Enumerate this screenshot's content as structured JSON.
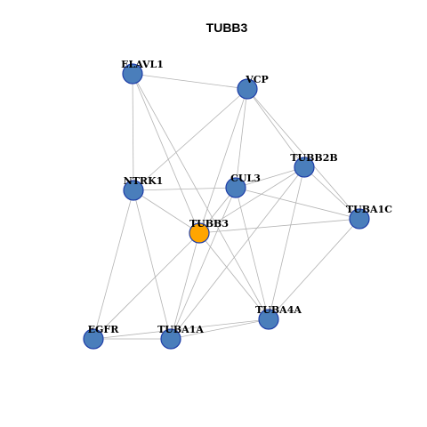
{
  "title": "TUBB3",
  "colors": {
    "node_default": "#4a7ebb",
    "node_highlight": "#ffa500",
    "node_border": "#1f3ea8",
    "edge": "#b3b3b3"
  },
  "nodes": [
    {
      "id": "ELAVL1",
      "label": "ELAVL1",
      "highlight": false
    },
    {
      "id": "VCP",
      "label": "VCP",
      "highlight": false
    },
    {
      "id": "TUBB2B",
      "label": "TUBB2B",
      "highlight": false
    },
    {
      "id": "NTRK1",
      "label": "NTRK1",
      "highlight": false
    },
    {
      "id": "CUL3",
      "label": "CUL3",
      "highlight": false
    },
    {
      "id": "TUBA1C",
      "label": "TUBA1C",
      "highlight": false
    },
    {
      "id": "TUBB3",
      "label": "TUBB3",
      "highlight": true
    },
    {
      "id": "TUBA4A",
      "label": "TUBA4A",
      "highlight": false
    },
    {
      "id": "EGFR",
      "label": "EGFR",
      "highlight": false
    },
    {
      "id": "TUBA1A",
      "label": "TUBA1A",
      "highlight": false
    }
  ],
  "edges": [
    [
      "ELAVL1",
      "VCP"
    ],
    [
      "ELAVL1",
      "NTRK1"
    ],
    [
      "ELAVL1",
      "TUBB3"
    ],
    [
      "ELAVL1",
      "TUBA4A"
    ],
    [
      "VCP",
      "NTRK1"
    ],
    [
      "VCP",
      "CUL3"
    ],
    [
      "VCP",
      "TUBB2B"
    ],
    [
      "VCP",
      "TUBA1C"
    ],
    [
      "VCP",
      "TUBB3"
    ],
    [
      "NTRK1",
      "CUL3"
    ],
    [
      "NTRK1",
      "TUBB3"
    ],
    [
      "NTRK1",
      "EGFR"
    ],
    [
      "NTRK1",
      "TUBA1A"
    ],
    [
      "CUL3",
      "TUBB2B"
    ],
    [
      "CUL3",
      "TUBA1C"
    ],
    [
      "CUL3",
      "TUBB3"
    ],
    [
      "CUL3",
      "TUBA1A"
    ],
    [
      "CUL3",
      "TUBA4A"
    ],
    [
      "TUBB2B",
      "TUBA1C"
    ],
    [
      "TUBB2B",
      "TUBB3"
    ],
    [
      "TUBB2B",
      "TUBA4A"
    ],
    [
      "TUBB2B",
      "TUBA1A"
    ],
    [
      "TUBA1C",
      "TUBB3"
    ],
    [
      "TUBA1C",
      "TUBA4A"
    ],
    [
      "TUBB3",
      "TUBA4A"
    ],
    [
      "TUBB3",
      "TUBA1A"
    ],
    [
      "TUBB3",
      "EGFR"
    ],
    [
      "EGFR",
      "TUBA1A"
    ],
    [
      "EGFR",
      "TUBA4A"
    ],
    [
      "TUBA1A",
      "TUBA4A"
    ]
  ]
}
